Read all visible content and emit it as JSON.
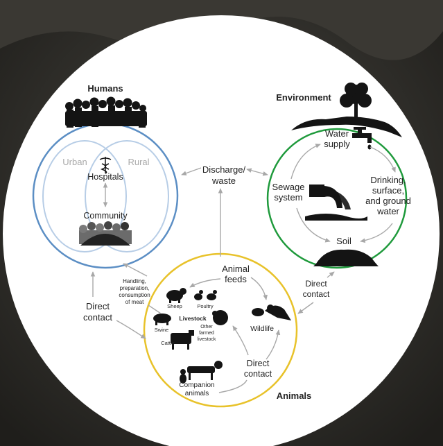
{
  "humans": {
    "title": "Humans",
    "urban": "Urban",
    "rural": "Rural",
    "hospitals": "Hospitals",
    "community": "Community",
    "ring_color": "#5b8ec4",
    "inner_ring_color": "#b7cde6"
  },
  "environment": {
    "title": "Environment",
    "water_supply": [
      "Water",
      "supply"
    ],
    "sewage_system": [
      "Sewage",
      "system"
    ],
    "drinking_water": [
      "Drinking,",
      "surface,",
      "and ground",
      "water"
    ],
    "soil": "Soil",
    "ring_color": "#1f9a3c"
  },
  "animals": {
    "title": "Animals",
    "animal_feeds": [
      "Animal",
      "feeds"
    ],
    "sheep": "Sheep",
    "poultry": "Poultry",
    "livestock": "Livestock",
    "other_farmed": [
      "Other",
      "farmed",
      "livestock"
    ],
    "swine": "Swine",
    "cattle": "Cattle",
    "wildlife": "Wildlife",
    "direct_contact": [
      "Direct",
      "contact"
    ],
    "companion": [
      "Companion",
      "animals"
    ],
    "ring_color": "#e8c22a"
  },
  "links": {
    "discharge_waste": [
      "Discharge/",
      "waste"
    ],
    "handling": [
      "Handling,",
      "preparation,",
      "consumption",
      "of meat"
    ],
    "direct_contact_left": [
      "Direct",
      "contact"
    ],
    "direct_contact_right": [
      "Direct",
      "contact"
    ]
  },
  "colors": {
    "background": "#2b2a27",
    "disc": "#ffffff",
    "arrow": "#b5b5b5",
    "silhouette": "#141414"
  }
}
